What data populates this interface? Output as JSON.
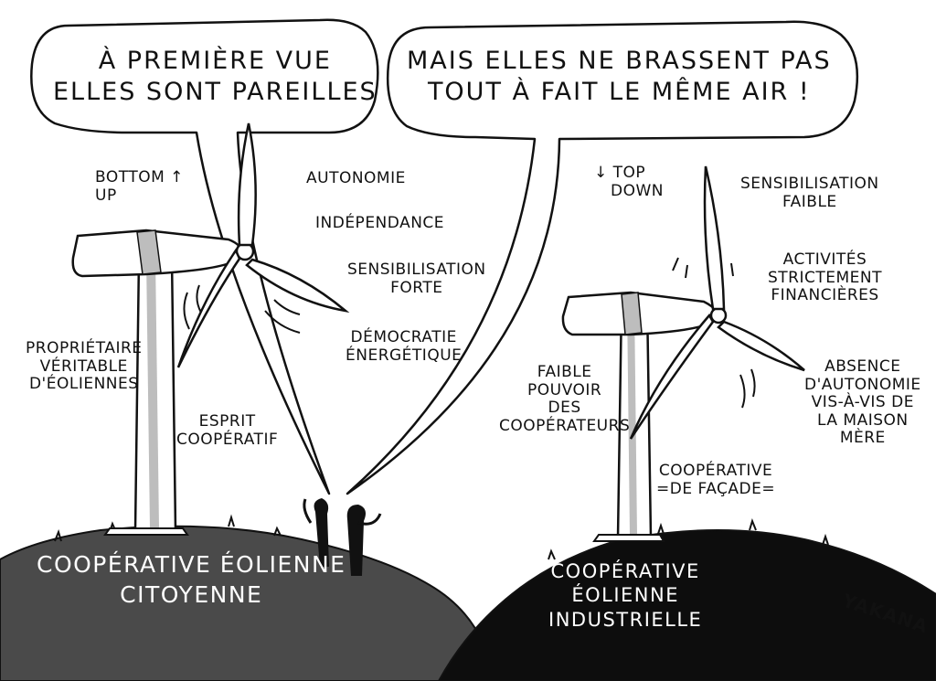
{
  "bubbles": {
    "left": {
      "lines": [
        "À PREMIÈRE VUE",
        "ELLES SONT PAREILLES"
      ]
    },
    "right": {
      "lines": [
        "MAIS ELLES NE BRASSENT PAS",
        "TOUT À FAIT LE MÊME AIR !"
      ]
    }
  },
  "left_turbine": {
    "direction": [
      "BOTTOM",
      "UP"
    ],
    "labels": {
      "autonomie": [
        "AUTONOMIE"
      ],
      "independance": [
        "INDÉPENDANCE"
      ],
      "sensibilisation": [
        "SENSIBILISATION",
        "FORTE"
      ],
      "democratie": [
        "DÉMOCRATIE",
        "ÉNERGÉTIQUE"
      ],
      "proprietaire": [
        "PROPRIÉTAIRE",
        "VÉRITABLE",
        "D'ÉOLIENNES"
      ],
      "esprit": [
        "ESPRIT",
        "COOPÉRATIF"
      ]
    },
    "hill": [
      "COOPÉRATIVE ÉOLIENNE",
      "CITOYENNE"
    ]
  },
  "right_turbine": {
    "direction": [
      "TOP",
      "DOWN"
    ],
    "labels": {
      "sensibilisation": [
        "SENSIBILISATION",
        "FAIBLE"
      ],
      "activites": [
        "ACTIVITÉS",
        "STRICTEMENT",
        "FINANCIÈRES"
      ],
      "pouvoir": [
        "FAIBLE",
        "POUVOIR",
        "DES",
        "COOPÉRATEURS"
      ],
      "absence": [
        "ABSENCE",
        "D'AUTONOMIE",
        "VIS-À-VIS DE",
        "LA MAISON",
        "MÈRE"
      ],
      "facade": [
        "COOPÉRATIVE",
        "=DE FAÇADE="
      ]
    },
    "hill": [
      "COOPÉRATIVE",
      "ÉOLIENNE",
      "INDUSTRIELLE"
    ]
  },
  "signature": "YAKANA",
  "colors": {
    "ink": "#111111",
    "paper": "#ffffff",
    "hill_left": "#4a4a4a",
    "hill_right": "#0d0d0d",
    "mast_shade": "#bdbdbd"
  }
}
